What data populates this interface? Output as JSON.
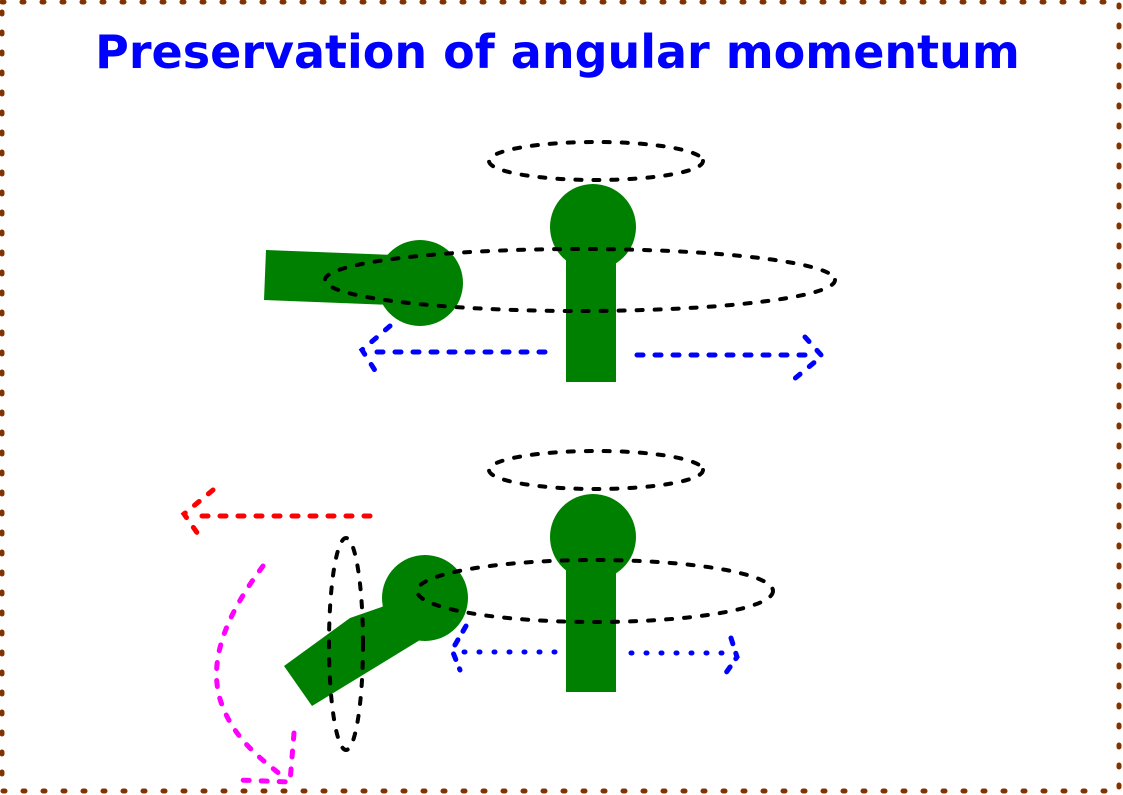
{
  "diagram": {
    "title": "Preservation of angular momentum",
    "colors": {
      "title": "#0000ff",
      "border": "#803300",
      "figure": "#008000",
      "rotation_loops": "#000000",
      "body_rotation_arrows": "#0000ff",
      "arm_push_arrow": "#ff0000",
      "arm_swing_arrow": "#ff00ff",
      "background": "#ffffff"
    },
    "panels": [
      {
        "id": "top",
        "description": "Figure with arm extended horizontally, rotating about vertical axis",
        "elements": [
          "head",
          "torso",
          "arm-extended",
          "head-halo-loop",
          "body-rotation-loop",
          "rotation-arrow-left",
          "rotation-arrow-right"
        ]
      },
      {
        "id": "bottom",
        "description": "Figure with arm tilted down; arm rotation loop and push/swing arrows",
        "elements": [
          "head",
          "torso",
          "arm-tilted",
          "head-halo-loop",
          "body-rotation-loop",
          "arm-rotation-loop",
          "rotation-arrow-left",
          "rotation-arrow-right",
          "arm-push-arrow",
          "arm-swing-arrow"
        ]
      }
    ]
  }
}
